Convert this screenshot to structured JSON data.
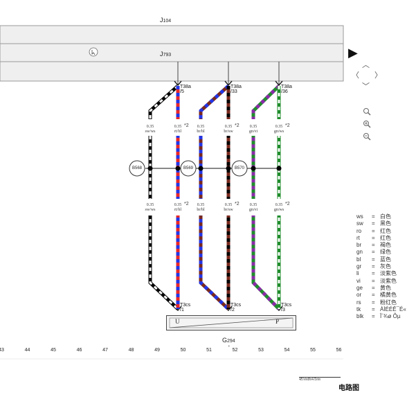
{
  "header": {
    "j104": {
      "main": "J",
      "sub": "104"
    },
    "j793": {
      "main": "J",
      "sub": "793"
    },
    "g294": {
      "main": "G",
      "sub": "294"
    },
    "g294_mark": "'"
  },
  "connectors": {
    "t38a_5": {
      "name": "T38a",
      "pin": "/5"
    },
    "t38a_33": {
      "name": "T38a",
      "pin": "/33"
    },
    "t38a_36": {
      "name": "T38a",
      "pin": "/36"
    },
    "t3cs_1": {
      "name": "T3cs",
      "pin": "/1"
    },
    "t3cs_2": {
      "name": "T3cs",
      "pin": "/2"
    },
    "t3cs_3": {
      "name": "T3cs",
      "pin": "/3"
    }
  },
  "wires_top": [
    {
      "size": "0.35",
      "color": "sw/ws"
    },
    {
      "size": "0.35",
      "color": "rt/bl",
      "note": "*2"
    },
    {
      "size": "0.35",
      "color": "br/bl"
    },
    {
      "size": "0.35",
      "color": "br/sw",
      "note": "*2"
    },
    {
      "size": "0.35",
      "color": "gn/vi"
    },
    {
      "size": "0.35",
      "color": "gn/ws",
      "note": "*2"
    }
  ],
  "wires_bottom": [
    {
      "size": "0.35",
      "color": "sw/ws"
    },
    {
      "size": "0.35",
      "color": "rt/bl",
      "note": "*2"
    },
    {
      "size": "0.35",
      "color": "br/bl"
    },
    {
      "size": "0.35",
      "color": "br/sw",
      "note": "*2"
    },
    {
      "size": "0.35",
      "color": "gn/vi"
    },
    {
      "size": "0.35",
      "color": "gn/ws",
      "note": "*2"
    }
  ],
  "components": {
    "b568": "B568",
    "b569": "B569",
    "b570": "B570"
  },
  "sensor": {
    "u": "U",
    "p": "P"
  },
  "ruler": [
    "43",
    "44",
    "45",
    "46",
    "47",
    "48",
    "49",
    "50",
    "51",
    "52",
    "53",
    "54",
    "55",
    "56"
  ],
  "legend": [
    {
      "code": "ws",
      "eq": "=",
      "name": "白色"
    },
    {
      "code": "sw",
      "eq": "=",
      "name": "黑色"
    },
    {
      "code": "ro",
      "eq": "=",
      "name": "红色"
    },
    {
      "code": "rt",
      "eq": "=",
      "name": "红色"
    },
    {
      "code": "br",
      "eq": "=",
      "name": "褐色"
    },
    {
      "code": "gn",
      "eq": "=",
      "name": "绿色"
    },
    {
      "code": "bl",
      "eq": "=",
      "name": "蓝色"
    },
    {
      "code": "gr",
      "eq": "=",
      "name": "灰色"
    },
    {
      "code": "li",
      "eq": "=",
      "name": "淡紫色"
    },
    {
      "code": "vi",
      "eq": "=",
      "name": "淡紫色"
    },
    {
      "code": "ge",
      "eq": "=",
      "name": "黄色"
    },
    {
      "code": "or",
      "eq": "=",
      "name": "橘黄色"
    },
    {
      "code": "rs",
      "eq": "=",
      "name": "粉红色"
    },
    {
      "code": "tk",
      "eq": "=",
      "name": "ÀÌÉÉÊ¯É«"
    },
    {
      "code": "blk",
      "eq": "=",
      "name": "Î´¾ø Ôµ"
    }
  ],
  "footer": {
    "diagram_title": "电路图",
    "stamp": "4/5 \\n\\n8\\n4 /1\\n\\n"
  },
  "colors": {
    "black": "#000000",
    "white": "#ffffff",
    "red": "#e8282a",
    "blue": "#2336e6",
    "brown": "#7a2a1e",
    "green": "#1f8c2b",
    "purple": "#8a2ba8",
    "panel": "#efefef"
  },
  "icons": {
    "cursor": "cursor-icon",
    "nav_play": "play-icon"
  }
}
